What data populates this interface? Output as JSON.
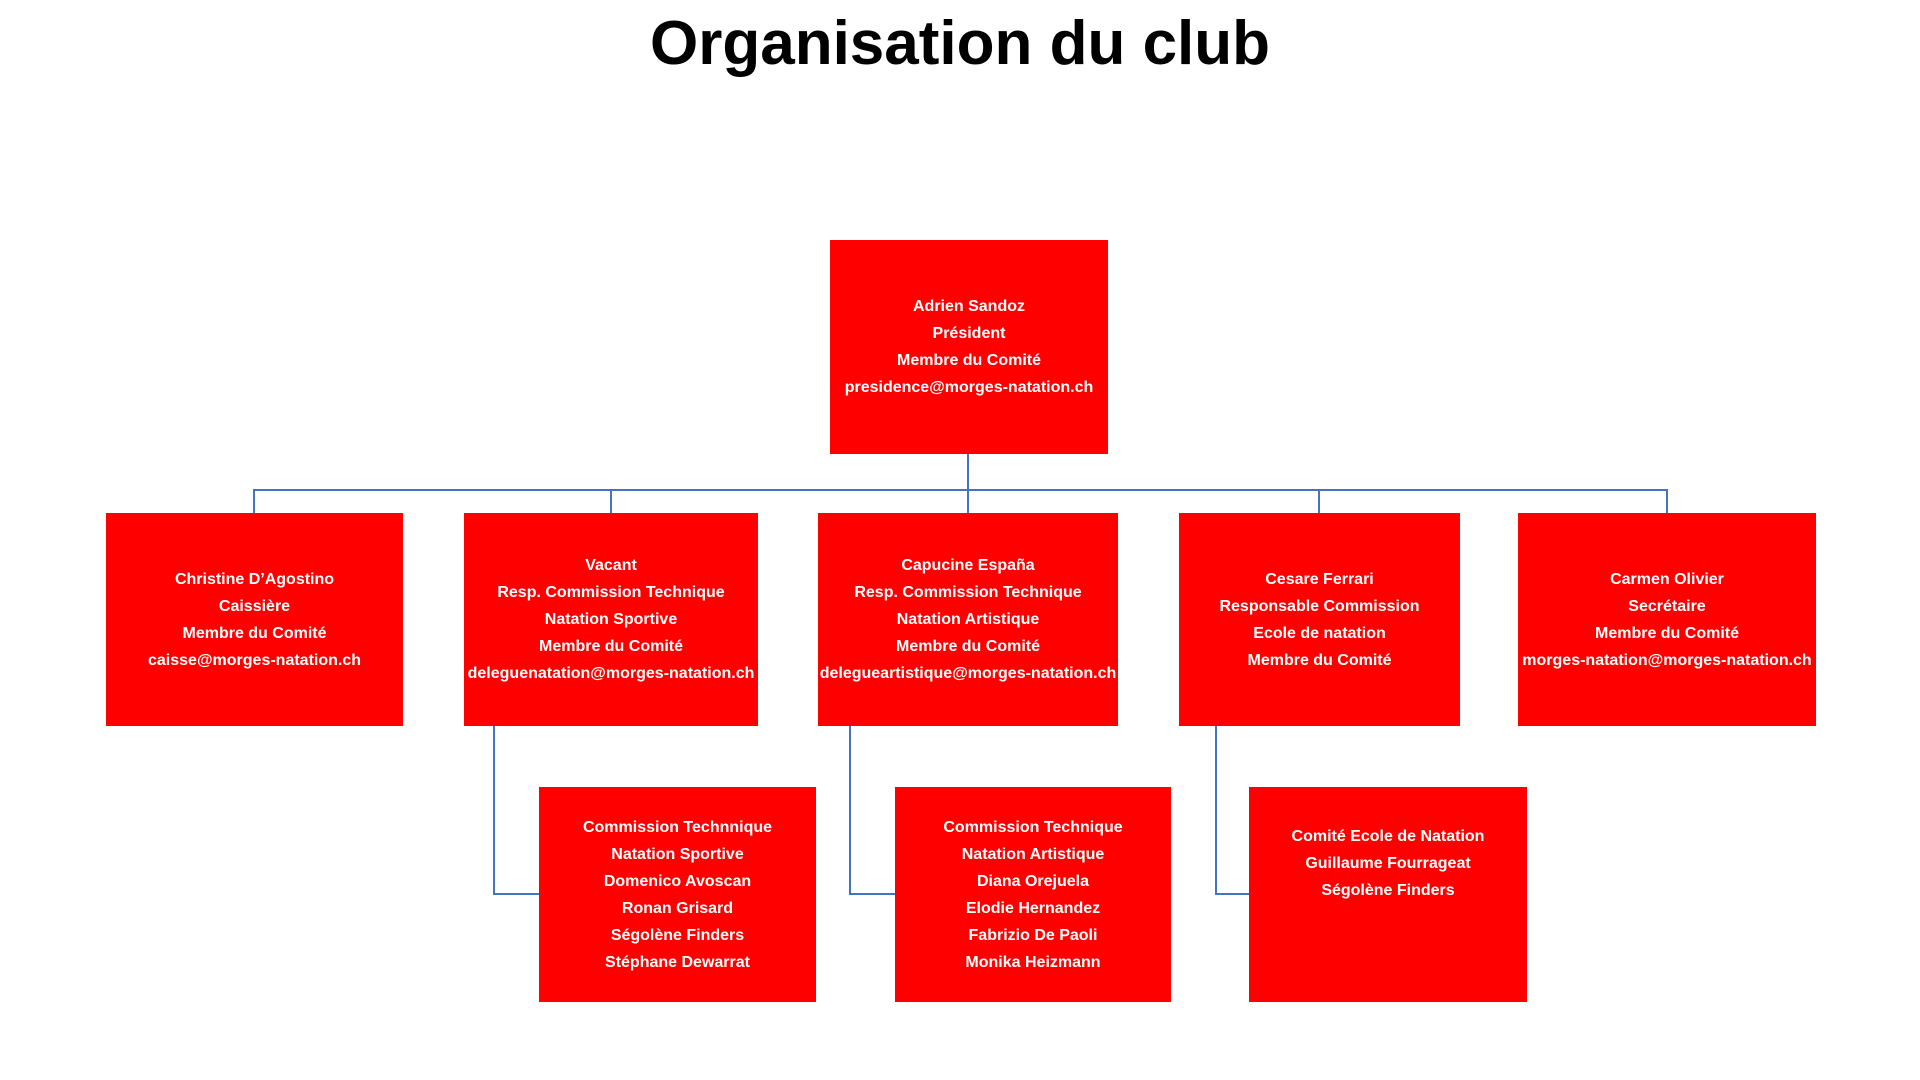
{
  "title": "Organisation du club",
  "colors": {
    "box_fill": "#ff0000",
    "box_text": "#ffffff",
    "connector": "#4472c4",
    "title_text": "#000000"
  },
  "nodes": {
    "president": {
      "lines": [
        "Adrien Sandoz",
        "Président",
        "Membre du Comité",
        "presidence@morges-natation.ch"
      ]
    },
    "caissiere": {
      "lines": [
        "Christine D’Agostino",
        "Caissière",
        "Membre du Comité",
        "caisse@morges-natation.ch"
      ]
    },
    "resp_tech_sportive": {
      "lines": [
        "Vacant",
        "Resp. Commission Technique",
        "Natation Sportive",
        "Membre du Comité",
        "deleguenatation@morges-natation.ch"
      ]
    },
    "resp_tech_artistique": {
      "lines": [
        "Capucine España",
        "Resp. Commission Technique",
        "Natation Artistique",
        "Membre du Comité",
        "delegueartistique@morges-natation.ch"
      ]
    },
    "resp_ecole": {
      "lines": [
        "Cesare Ferrari",
        "Responsable Commission",
        "Ecole de natation",
        "Membre du Comité"
      ]
    },
    "secretaire": {
      "lines": [
        "Carmen Olivier",
        "Secrétaire",
        "Membre du Comité",
        "morges-natation@morges-natation.ch"
      ]
    },
    "commission_sportive": {
      "lines": [
        "Commission Technnique",
        "Natation Sportive",
        "Domenico Avoscan",
        "Ronan Grisard",
        "Ségolène Finders",
        "Stéphane Dewarrat"
      ]
    },
    "commission_artistique": {
      "lines": [
        "Commission Technique",
        "Natation Artistique",
        "Diana Orejuela",
        "Elodie Hernandez",
        "Fabrizio De Paoli",
        "Monika Heizmann"
      ]
    },
    "comite_ecole": {
      "lines": [
        "Comité Ecole de Natation",
        "Guillaume Fourrageat",
        "Ségolène Finders"
      ]
    }
  }
}
